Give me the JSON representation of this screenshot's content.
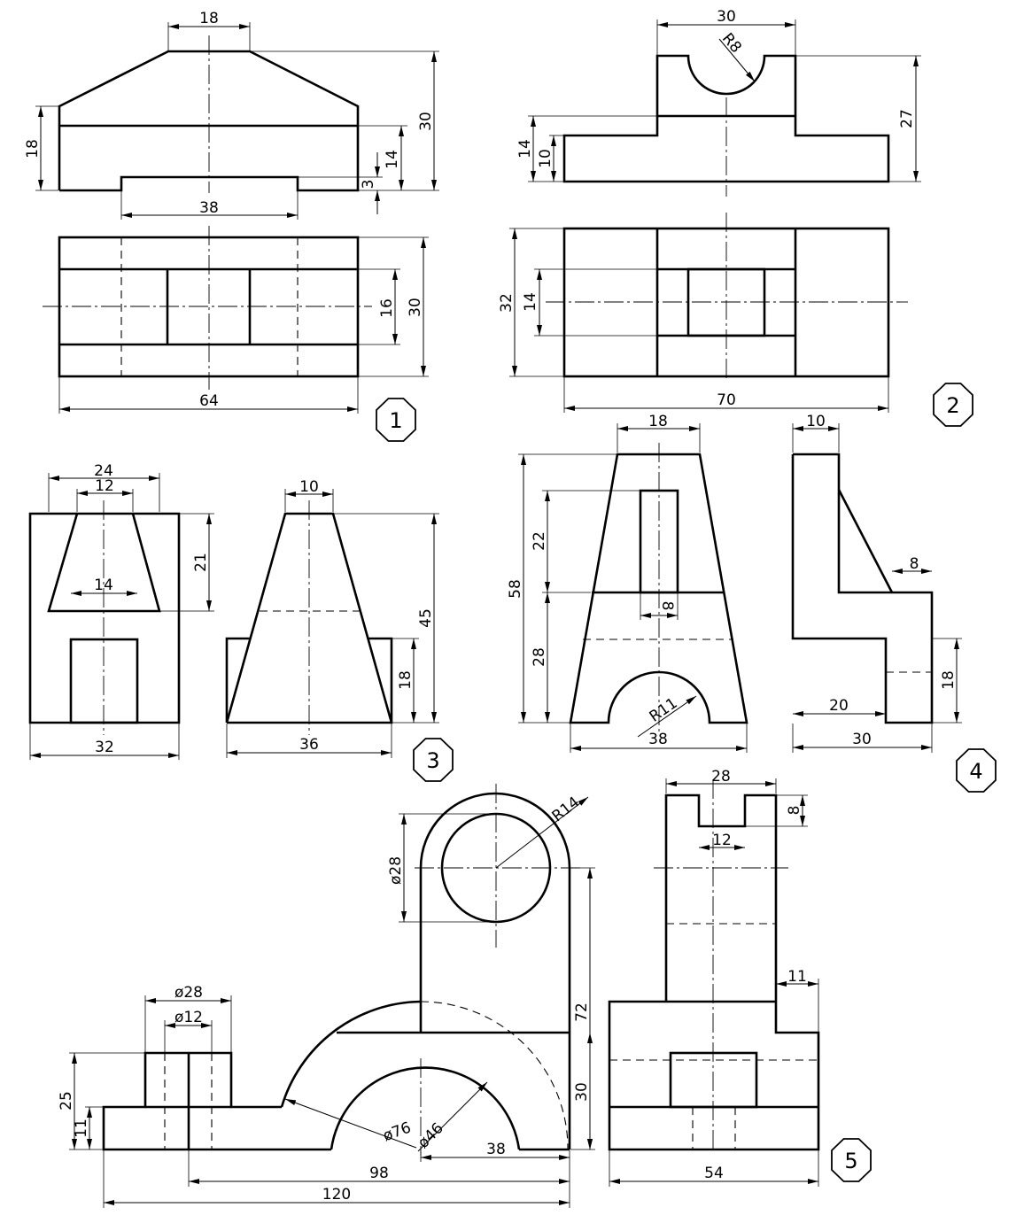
{
  "views": {
    "v1": {
      "label": "1",
      "dims": [
        "18",
        "18",
        "30",
        "14",
        "3",
        "38",
        "16",
        "30",
        "64"
      ]
    },
    "v2": {
      "label": "2",
      "dims": [
        "30",
        "R8",
        "27",
        "14",
        "10",
        "32",
        "14",
        "70"
      ]
    },
    "v3": {
      "label": "3",
      "dims": [
        "24",
        "12",
        "14",
        "21",
        "32",
        "10",
        "45",
        "18",
        "36"
      ]
    },
    "v4": {
      "label": "4",
      "dims": [
        "18",
        "58",
        "22",
        "8",
        "28",
        "R11",
        "38",
        "10",
        "8",
        "20",
        "18",
        "30"
      ]
    },
    "v5": {
      "label": "5",
      "dims": [
        "R14",
        "ø28",
        "72",
        "30",
        "ø28",
        "ø12",
        "25",
        "11",
        "ø76",
        "ø46",
        "38",
        "98",
        "120",
        "28",
        "8",
        "12",
        "11",
        "54"
      ]
    }
  }
}
